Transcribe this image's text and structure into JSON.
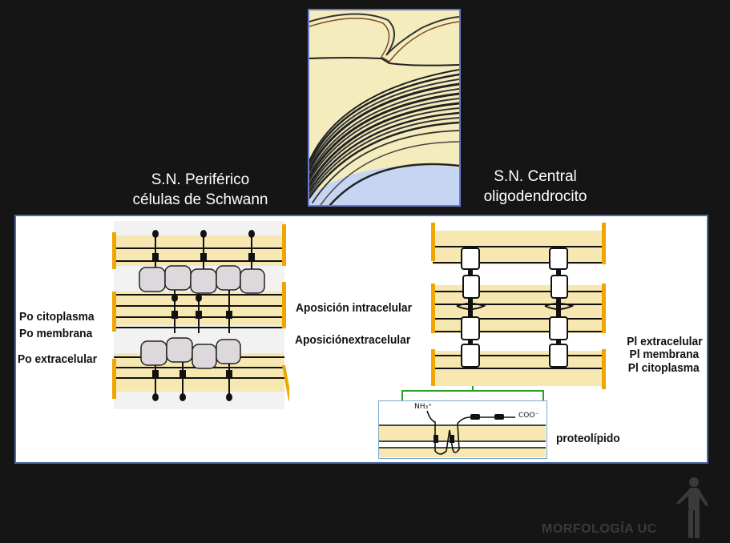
{
  "headings": {
    "peripheral_line1": "S.N. Periférico",
    "peripheral_line2": "células de Schwann",
    "central_line1": "S.N. Central",
    "central_line2": "oligodendrocito"
  },
  "labels_left": {
    "po_citoplasma": "Po citoplasma",
    "po_membrana": "Po membrana",
    "po_extracelular": "Po extracelular"
  },
  "labels_middle": {
    "aposicion_intracelular": "Aposición intracelular",
    "aposicion_extracelular": "Aposiciónextracelular"
  },
  "labels_right": {
    "pl_extracelular": "Pl extracelular",
    "pl_membrana": "Pl membrana",
    "pl_citoplasma": "Pl citoplasma"
  },
  "inset": {
    "nh3": "NH₃⁺",
    "coo": "COO⁻",
    "caption": "proteolípido"
  },
  "watermark": "MORFOLOGÍA UC",
  "colors": {
    "background": "#151515",
    "membrane_yellow": "#f6e8b0",
    "border_blue": "#4a6aa8",
    "orange_marker": "#f0a500",
    "bracket_green": "#2aa02a",
    "axon_blue": "#c5d5f0"
  }
}
